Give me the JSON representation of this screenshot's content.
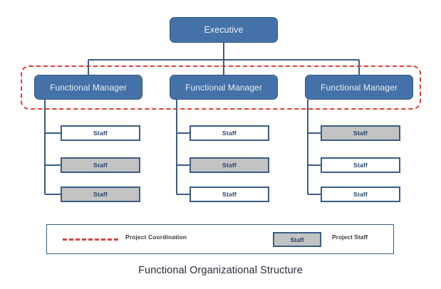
{
  "caption": "Functional Organizational Structure",
  "colors": {
    "node_fill": "#4472A8",
    "node_border": "#31557F",
    "node_text": "#E8EEF6",
    "connector": "#3A5C86",
    "coordination_dash": "#E03C31",
    "staff_border": "#3A5C86",
    "staff_text": "#20416B",
    "project_staff_fill": "#C3C3C3",
    "plain_staff_fill": "#FFFFFF",
    "background": "#FFFFFF"
  },
  "chart_data": {
    "type": "diagram",
    "title": "Functional Organizational Structure",
    "root": {
      "label": "Executive"
    },
    "coordination_boundary": {
      "label": "Project Coordination",
      "encloses": [
        "Functional Manager",
        "Functional Manager",
        "Functional Manager"
      ],
      "style": "red-dashed-rounded-rectangle"
    },
    "columns": [
      {
        "manager": "Functional Manager",
        "staff": [
          {
            "label": "Staff",
            "project_staff": false
          },
          {
            "label": "Staff",
            "project_staff": true
          },
          {
            "label": "Staff",
            "project_staff": true
          }
        ]
      },
      {
        "manager": "Functional Manager",
        "staff": [
          {
            "label": "Staff",
            "project_staff": false
          },
          {
            "label": "Staff",
            "project_staff": true
          },
          {
            "label": "Staff",
            "project_staff": false
          }
        ]
      },
      {
        "manager": "Functional Manager",
        "staff": [
          {
            "label": "Staff",
            "project_staff": true
          },
          {
            "label": "Staff",
            "project_staff": false
          },
          {
            "label": "Staff",
            "project_staff": false
          }
        ]
      }
    ]
  },
  "executive": {
    "label": "Executive"
  },
  "managers": [
    {
      "label": "Functional Manager"
    },
    {
      "label": "Functional Manager"
    },
    {
      "label": "Functional Manager"
    }
  ],
  "staff": {
    "c0": [
      {
        "label": "Staff"
      },
      {
        "label": "Staff"
      },
      {
        "label": "Staff"
      }
    ],
    "c1": [
      {
        "label": "Staff"
      },
      {
        "label": "Staff"
      },
      {
        "label": "Staff"
      }
    ],
    "c2": [
      {
        "label": "Staff"
      },
      {
        "label": "Staff"
      },
      {
        "label": "Staff"
      }
    ]
  },
  "legend": {
    "coordination_label": "Project Coordination",
    "staff_swatch_label": "Staff",
    "staff_label": "Project Staff"
  }
}
